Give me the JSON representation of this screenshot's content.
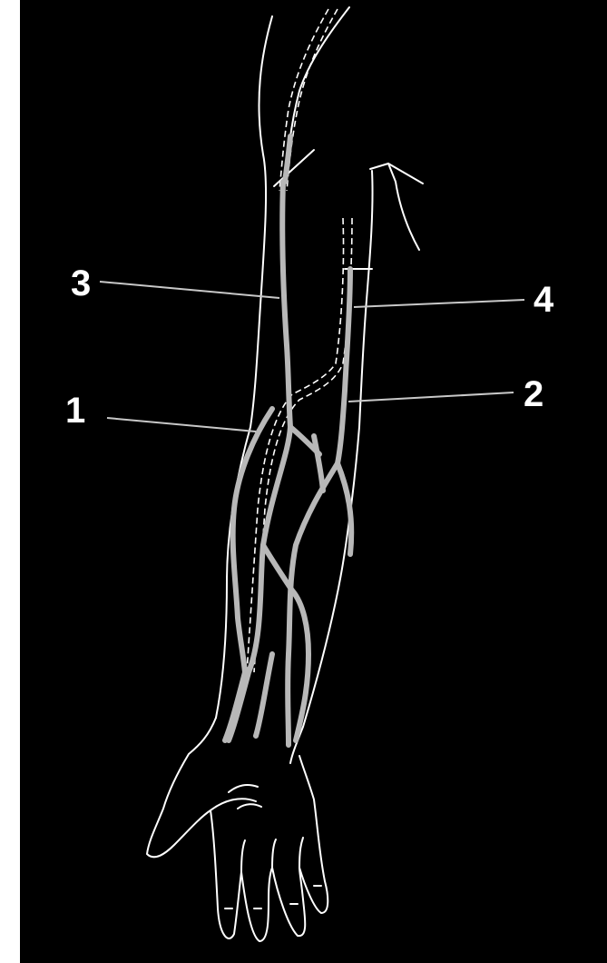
{
  "labels": [
    "1",
    "2",
    "3",
    "4"
  ],
  "colors": {
    "background": "#000000",
    "outline": "#ffffff",
    "vein": "#b8b8b8",
    "leader_line": "#c8c8c8"
  }
}
